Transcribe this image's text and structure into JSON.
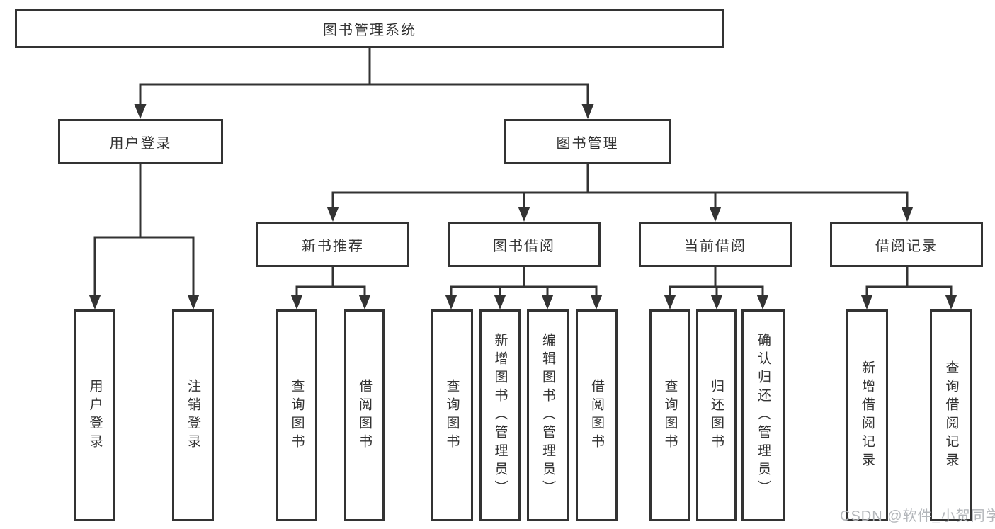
{
  "tree": {
    "root": {
      "label": "图书管理系统",
      "children": [
        {
          "label": "用户登录",
          "children": [
            {
              "label": "用户登录"
            },
            {
              "label": "注销登录"
            }
          ]
        },
        {
          "label": "图书管理",
          "children": [
            {
              "label": "新书推荐",
              "children": [
                {
                  "label": "查询图书"
                },
                {
                  "label": "借阅图书"
                }
              ]
            },
            {
              "label": "图书借阅",
              "children": [
                {
                  "label": "查询图书"
                },
                {
                  "label": "新增图书（管理员）"
                },
                {
                  "label": "编辑图书（管理员）"
                },
                {
                  "label": "借阅图书"
                }
              ]
            },
            {
              "label": "当前借阅",
              "children": [
                {
                  "label": "查询图书"
                },
                {
                  "label": "归还图书"
                },
                {
                  "label": "确认归还（管理员）"
                }
              ]
            },
            {
              "label": "借阅记录",
              "children": [
                {
                  "label": "新增借阅记录"
                },
                {
                  "label": "查询借阅记录"
                }
              ]
            }
          ]
        }
      ]
    }
  },
  "watermark": {
    "text": "CSDN @软件_小贺同学"
  },
  "colors": {
    "line": "#333333",
    "text": "#333333",
    "box_background": "#ffffff",
    "page_background": "#ffffff",
    "watermark": "#b3b6ba"
  }
}
